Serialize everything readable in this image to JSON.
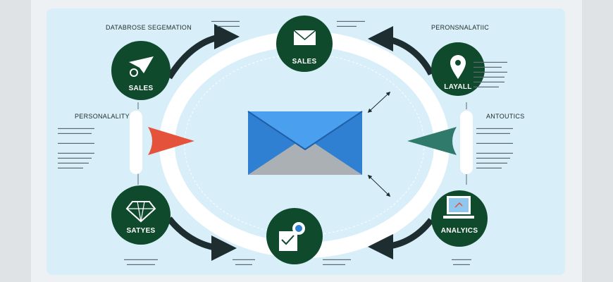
{
  "headings": {
    "top_left": "DATABROSE SEGEMATION",
    "top_right": "PERONSNALATIIC",
    "mid_left": "PERSONALALITY",
    "mid_right": "ANTOUTICS"
  },
  "nodes": {
    "top_left": "SALES",
    "top_center": "SALES",
    "top_right": "LAYALL",
    "bottom_left": "SATYES",
    "bottom_right": "ANALYICS"
  },
  "colors": {
    "panel": "#d8eef9",
    "node": "#0f4a2d",
    "arrow": "#1e2d2f",
    "envelope": "#3d8fe0",
    "left_pointer": "#e4523b",
    "right_pointer": "#2f7a6a"
  },
  "icons": {
    "top_left": "paper-plane-icon",
    "top_center": "mail-icon",
    "top_right": "location-pin-icon",
    "bottom_left": "diamond-icon",
    "bottom_center": "checklist-icon",
    "bottom_right": "monitor-icon",
    "center": "envelope-icon"
  }
}
